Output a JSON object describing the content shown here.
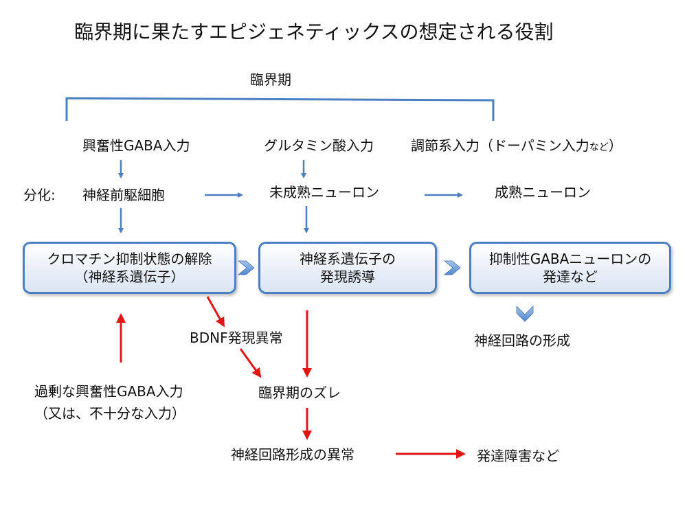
{
  "title": "臨界期に果たすエピジェネティックスの想定される役割",
  "period_label": "臨界期",
  "inputs": {
    "excitatory_gaba": "興奮性GABA入力",
    "glutamate": "グルタミン酸入力",
    "modulatory_main": "調節系入力（ドーパミン入力",
    "modulatory_small": "など",
    "modulatory_close": "）"
  },
  "differentiation": {
    "label": "分化:",
    "progenitor": "神経前駆細胞",
    "immature": "未成熟ニューロン",
    "mature": "成熟ニューロン"
  },
  "boxes": {
    "chromatin_line1": "クロマチン抑制状態の解除",
    "chromatin_line2": "（神経系遺伝子）",
    "induction_line1": "神経系遺伝子の",
    "induction_line2": "発現誘導",
    "inhibitory_line1": "抑制性GABAニューロンの",
    "inhibitory_line2": "発達など"
  },
  "circuit_formation": "神経回路の形成",
  "abnormal": {
    "bdnf": "BDNF発現異常",
    "excess_line1": "過剰な興奮性GABA入力",
    "excess_line2": "（又は、不十分な入力）",
    "shift": "臨界期のズレ",
    "circuit_abnormal": "神経回路形成の異常",
    "disorder": "発達障害など"
  },
  "colors": {
    "blue": "#4a7fc1",
    "red": "#e31414"
  }
}
